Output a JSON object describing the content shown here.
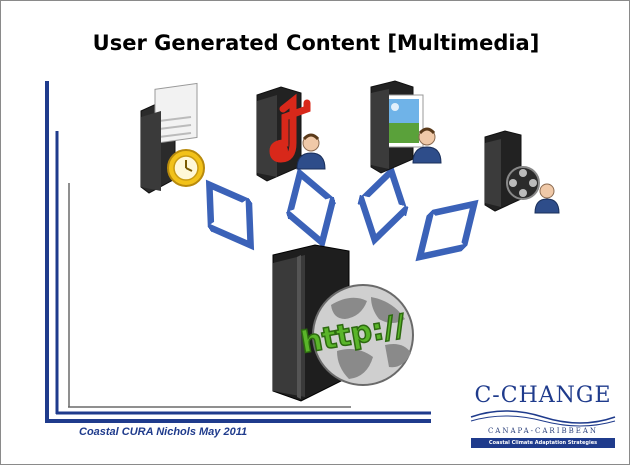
{
  "slide": {
    "title": "User Generated Content [Multimedia]",
    "footer": "Coastal CURA Nichols May 2011"
  },
  "logo": {
    "name": "C-CHANGE",
    "subtitle": "CANAPA-CARIBBEAN",
    "tagline": "Coastal Climate Adaptation Strategies"
  },
  "web_label": "http://",
  "colors": {
    "frame_navy": "#1f3b8c",
    "accent_green": "#5ab52a",
    "music_red": "#d8281a",
    "arrow_blue": "#3b62b8"
  },
  "icons": [
    "document-clock-folder-icon",
    "music-user-folder-icon",
    "image-user-folder-icon",
    "film-user-folder-icon",
    "web-http-folder-icon"
  ]
}
